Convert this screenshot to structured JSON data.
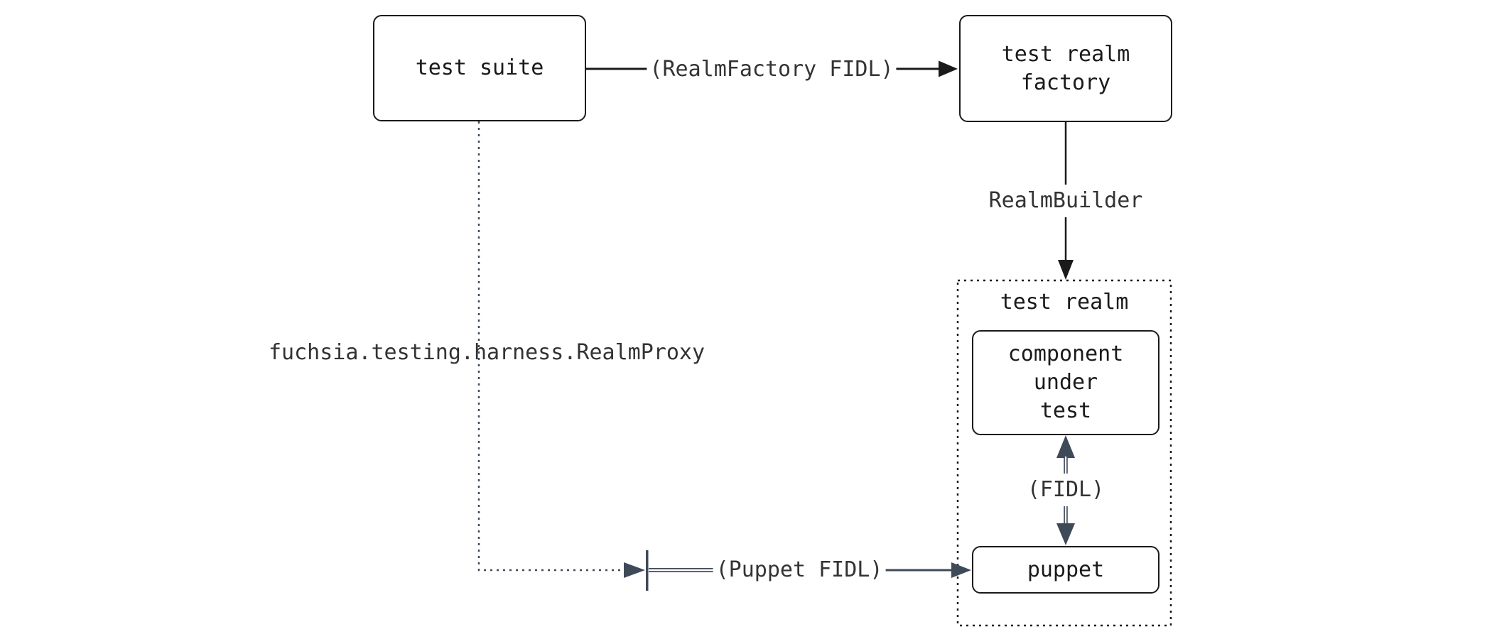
{
  "colors": {
    "background": "#ffffff",
    "box_border": "#1a1a1a",
    "box_fill": "#ffffff",
    "black_edge": "#1a1a1a",
    "slate_edge": "#3f4a59",
    "edge_label_text": "#333333",
    "node_label_text": "#1a1a1a"
  },
  "nodes": {
    "test_suite": {
      "label": "test suite"
    },
    "test_realm_factory": {
      "lines": [
        "test realm",
        "factory"
      ]
    },
    "test_realm": {
      "label": "test realm"
    },
    "component_under_test": {
      "lines": [
        "component",
        "under",
        "test"
      ]
    },
    "puppet": {
      "label": "puppet"
    }
  },
  "edges": {
    "realm_factory_fidl": {
      "label": "(RealmFactory FIDL)"
    },
    "realm_builder": {
      "label": "RealmBuilder"
    },
    "realm_proxy": {
      "label": "fuchsia.testing.harness.RealmProxy"
    },
    "puppet_fidl": {
      "label": "(Puppet FIDL)"
    },
    "fidl": {
      "label": "(FIDL)"
    }
  }
}
